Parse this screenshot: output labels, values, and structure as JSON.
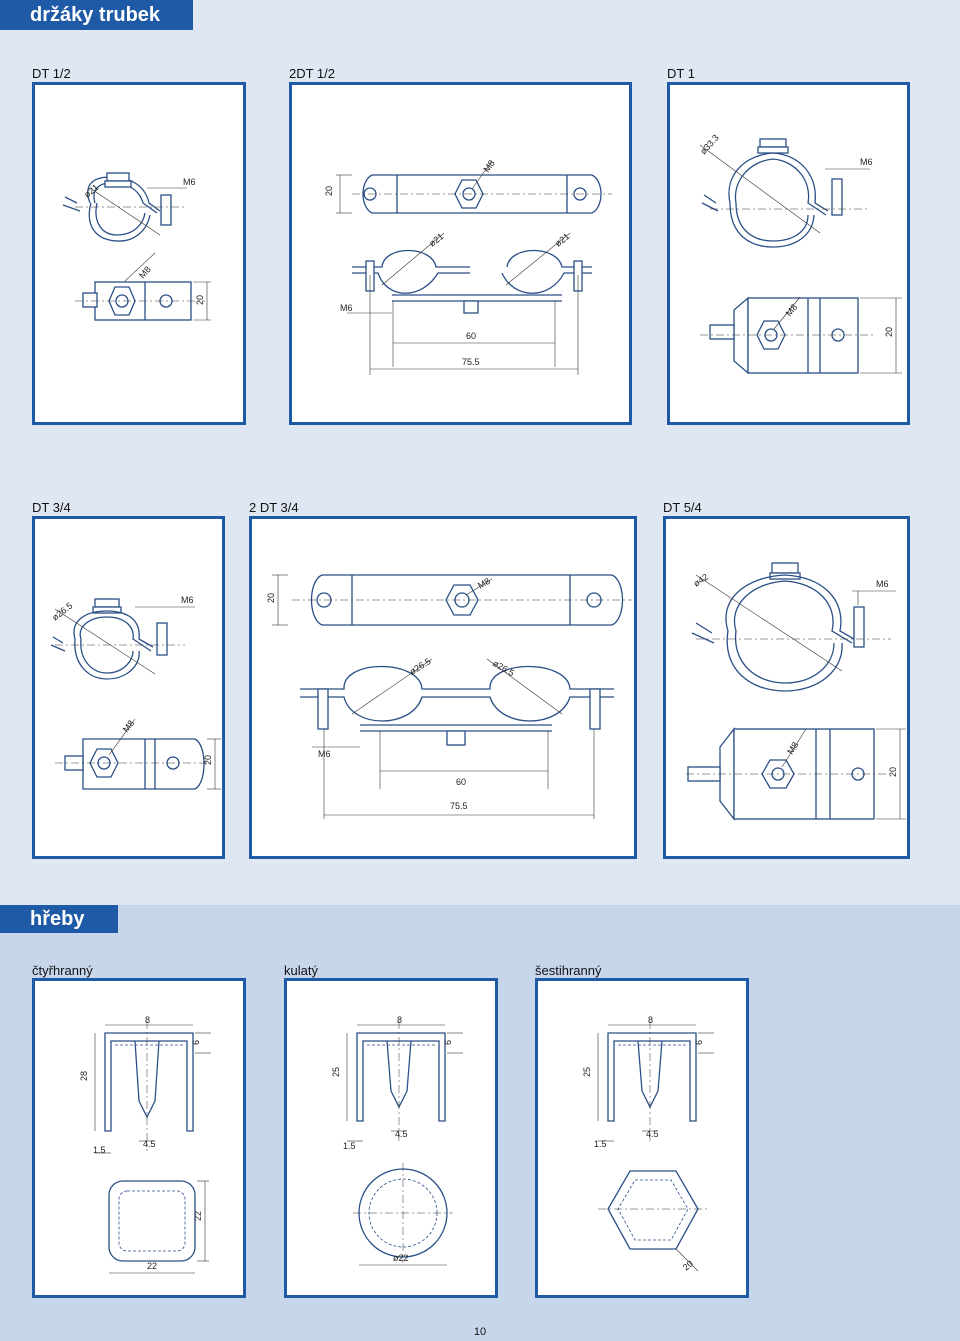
{
  "sections": {
    "top": {
      "title": "držáky trubek"
    },
    "bottom": {
      "title": "hřeby"
    }
  },
  "holders": [
    {
      "label": "DT 1/2",
      "dims": {
        "pipe": "ø21",
        "thread_top": "M6",
        "thread_bottom": "M8",
        "width": "20"
      }
    },
    {
      "label": "2DT 1/2",
      "dims": {
        "top_thread": "M8",
        "width": "20",
        "pipe_left": "ø21",
        "pipe_right": "ø21",
        "thread": "M6",
        "span_inner": "60",
        "span_outer": "75.5"
      }
    },
    {
      "label": "DT 1",
      "dims": {
        "pipe": "ø33.3",
        "thread_top": "M6",
        "thread_bottom": "M8",
        "width": "20"
      }
    },
    {
      "label": "DT 3/4",
      "dims": {
        "pipe": "ø26.5",
        "thread_top": "M6",
        "thread_bottom": "M8",
        "width": "20"
      }
    },
    {
      "label": "2 DT 3/4",
      "dims": {
        "top_thread": "M8",
        "width": "20",
        "pipe_left": "ø26.5",
        "pipe_right": "ø26.5",
        "thread": "M6",
        "span_inner": "60",
        "span_outer": "75.5"
      }
    },
    {
      "label": "DT 5/4",
      "dims": {
        "pipe": "ø42",
        "thread_top": "M6",
        "thread_bottom": "M8",
        "width": "20"
      }
    }
  ],
  "nails": [
    {
      "label": "čtyřhranný",
      "dims": {
        "head_w": "8",
        "head_h": "6",
        "length": "28",
        "wall": "1.5",
        "tip": "4.5",
        "side_a": "22",
        "side_b": "22"
      }
    },
    {
      "label": "kulatý",
      "dims": {
        "head_w": "8",
        "head_h": "6",
        "length": "25",
        "wall": "1.5",
        "tip": "4.5",
        "diameter": "ø22"
      }
    },
    {
      "label": "šestihranný",
      "dims": {
        "head_w": "8",
        "head_h": "6",
        "length": "25",
        "wall": "1.5",
        "tip": "4.5",
        "across": "20"
      }
    }
  ],
  "page_number": "10",
  "colors": {
    "accent": "#1f5aa6",
    "band_top": "#dfe7f3",
    "band_bottom": "#c8d6ec",
    "line": "#2b4f87"
  }
}
